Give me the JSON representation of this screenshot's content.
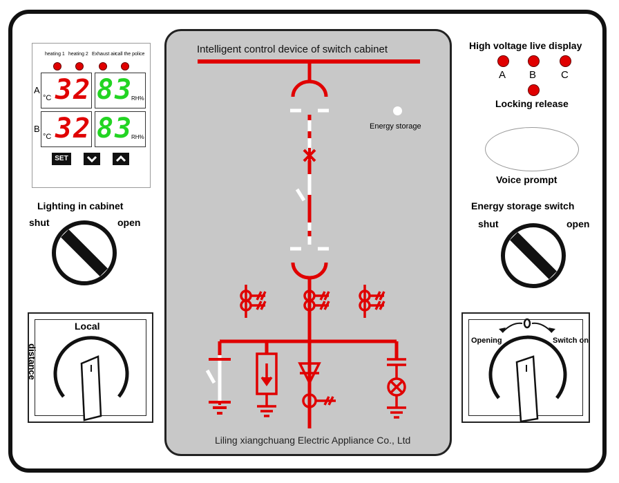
{
  "meter": {
    "indicators": [
      "heating 1",
      "heating 2",
      "Exhaust air",
      "call the police"
    ],
    "rows": [
      {
        "label": "A",
        "temp_unit": "°C",
        "temp": "32",
        "humidity": "83",
        "hum_unit": "RH%"
      },
      {
        "label": "B",
        "temp_unit": "°C",
        "temp": "32",
        "humidity": "83",
        "hum_unit": "RH%"
      }
    ],
    "buttons": {
      "set": "SET",
      "down": "chevron-down-icon",
      "up": "chevron-up-icon"
    }
  },
  "lighting": {
    "title": "Lighting in cabinet",
    "shut": "shut",
    "open": "open"
  },
  "local_switch": {
    "local": "Local",
    "distance": "distance"
  },
  "panel": {
    "title": "Intelligent control device of switch cabinet",
    "energy_storage": "Energy storage",
    "company": "Liling xiangchuang Electric Appliance Co., Ltd"
  },
  "hv_display": {
    "title": "High voltage live display",
    "phases": [
      "A",
      "B",
      "C"
    ],
    "locking": "Locking release"
  },
  "voice": {
    "label": "Voice prompt"
  },
  "energy_switch": {
    "title": "Energy storage switch",
    "shut": "shut",
    "open": "open"
  },
  "breaker_switch": {
    "opening": "Opening",
    "switch_on": "Switch on"
  },
  "colors": {
    "red": "#e00000",
    "green": "#22d422",
    "panel": "#c8c8c8",
    "frame": "#111111"
  }
}
